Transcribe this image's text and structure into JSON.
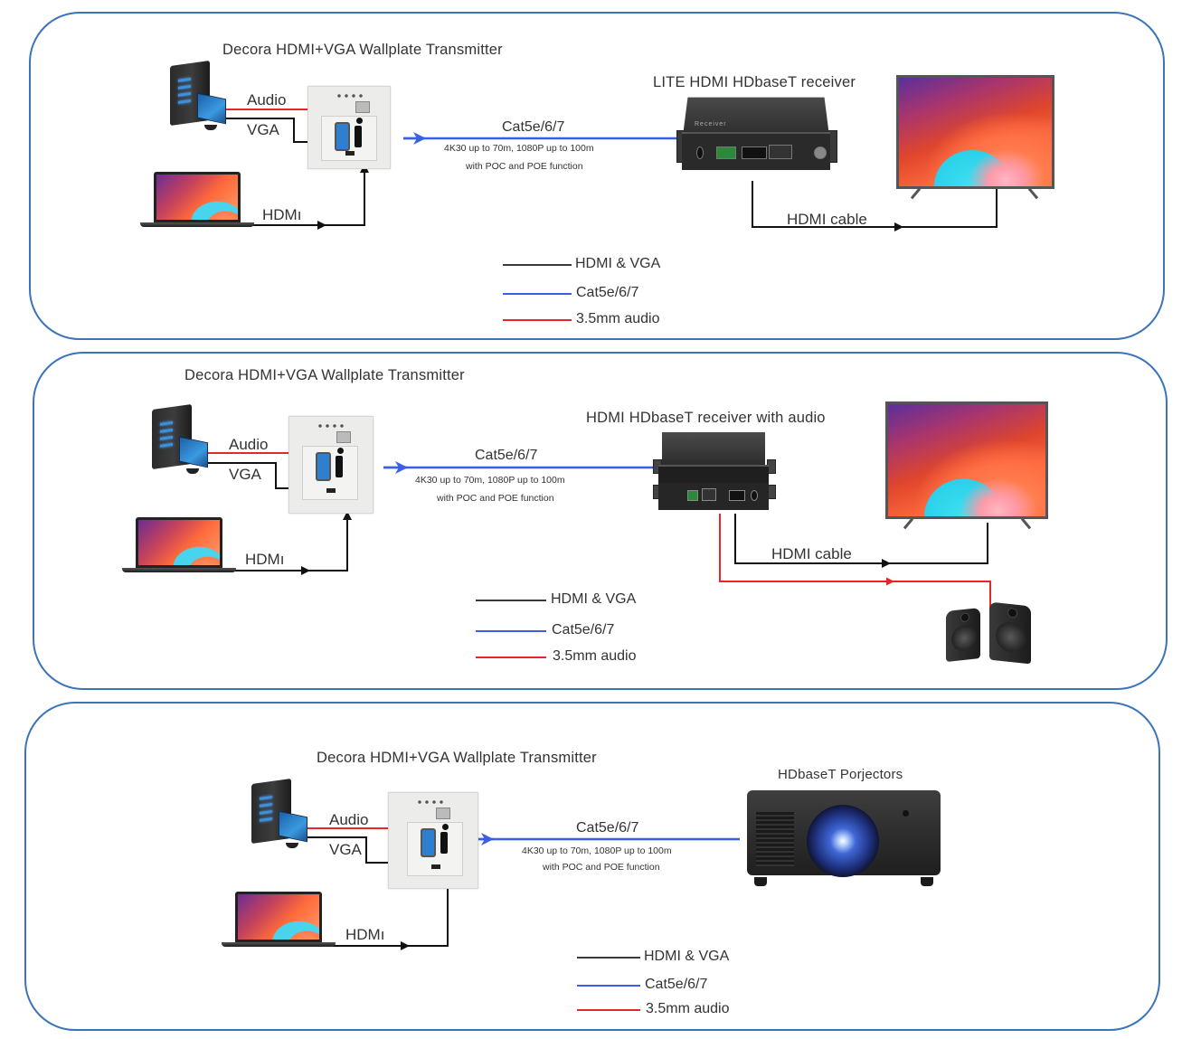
{
  "diagram": {
    "legend": [
      {
        "key": "hdmi_vga",
        "label": "HDMI & VGA",
        "color": "#3a3a3a"
      },
      {
        "key": "cat",
        "label": "Cat5e/6/7",
        "color": "#3a5fe6"
      },
      {
        "key": "audio",
        "label": "3.5mm audio",
        "color": "#e8252a"
      }
    ],
    "colors": {
      "panel_border": "#3b74b8",
      "cat_line": "#3a5fe6",
      "audio_line": "#e8252a",
      "hdmi_line": "#111111"
    },
    "panels": [
      {
        "id": "lite-receiver-setup",
        "transmitter_title": "Decora HDMI+VGA Wallplate Transmitter",
        "audio_label": "Audio",
        "vga_label": "VGA",
        "hdmi_label": "HDMı",
        "cable_label": "Cat5e/6/7",
        "spec_line1": "4K30 up to 70m, 1080P up to 100m",
        "spec_line2": "with POC and POE function",
        "receiver_title": "LITE HDMI HDbaseT receiver",
        "receiver_front_text": "Receiver",
        "output_cable_label": "HDMI cable"
      },
      {
        "id": "audio-receiver-setup",
        "transmitter_title": "Decora HDMI+VGA Wallplate Transmitter",
        "audio_label": "Audio",
        "vga_label": "VGA",
        "hdmi_label": "HDMı",
        "cable_label": "Cat5e/6/7",
        "spec_line1": "4K30 up to 70m, 1080P up to 100m",
        "spec_line2": "with POC and POE function",
        "receiver_title": "HDMI HDbaseT receiver with audio",
        "output_cable_label": "HDMI cable"
      },
      {
        "id": "projector-setup",
        "transmitter_title": "Decora HDMI+VGA Wallplate Transmitter",
        "audio_label": "Audio",
        "vga_label": "VGA",
        "hdmi_label": "HDMı",
        "cable_label": "Cat5e/6/7",
        "spec_line1": "4K30 up to 70m, 1080P up to 100m",
        "spec_line2": "with POC and POE function",
        "receiver_title": "HDbaseT Porjectors"
      }
    ]
  }
}
